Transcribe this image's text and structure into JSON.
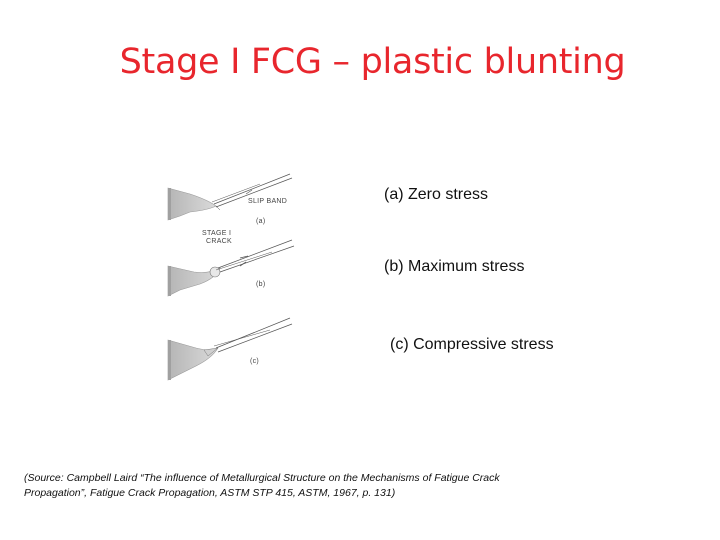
{
  "slide": {
    "title": "Stage I FCG – plastic blunting",
    "captions": {
      "a": "(a) Zero stress",
      "b": "(b) Maximum stress",
      "c": "(c) Compressive stress"
    },
    "source": "(Source: Campbell Laird “The influence of Metallurgical Structure on the Mechanisms of Fatigue Crack Propagation”, Fatigue Crack Propagation, ASTM STP 415, ASTM, 1967, p. 131)"
  },
  "figure": {
    "labels": {
      "slip_band": "SLIP BAND",
      "stage_line1": "STAGE I",
      "stage_line2": "CRACK",
      "panel_a": "(a)",
      "panel_b": "(b)",
      "panel_c": "(c)"
    }
  },
  "colors": {
    "title": "#e8262d",
    "specimen": "#c4c4c4",
    "lines": "#555555"
  }
}
